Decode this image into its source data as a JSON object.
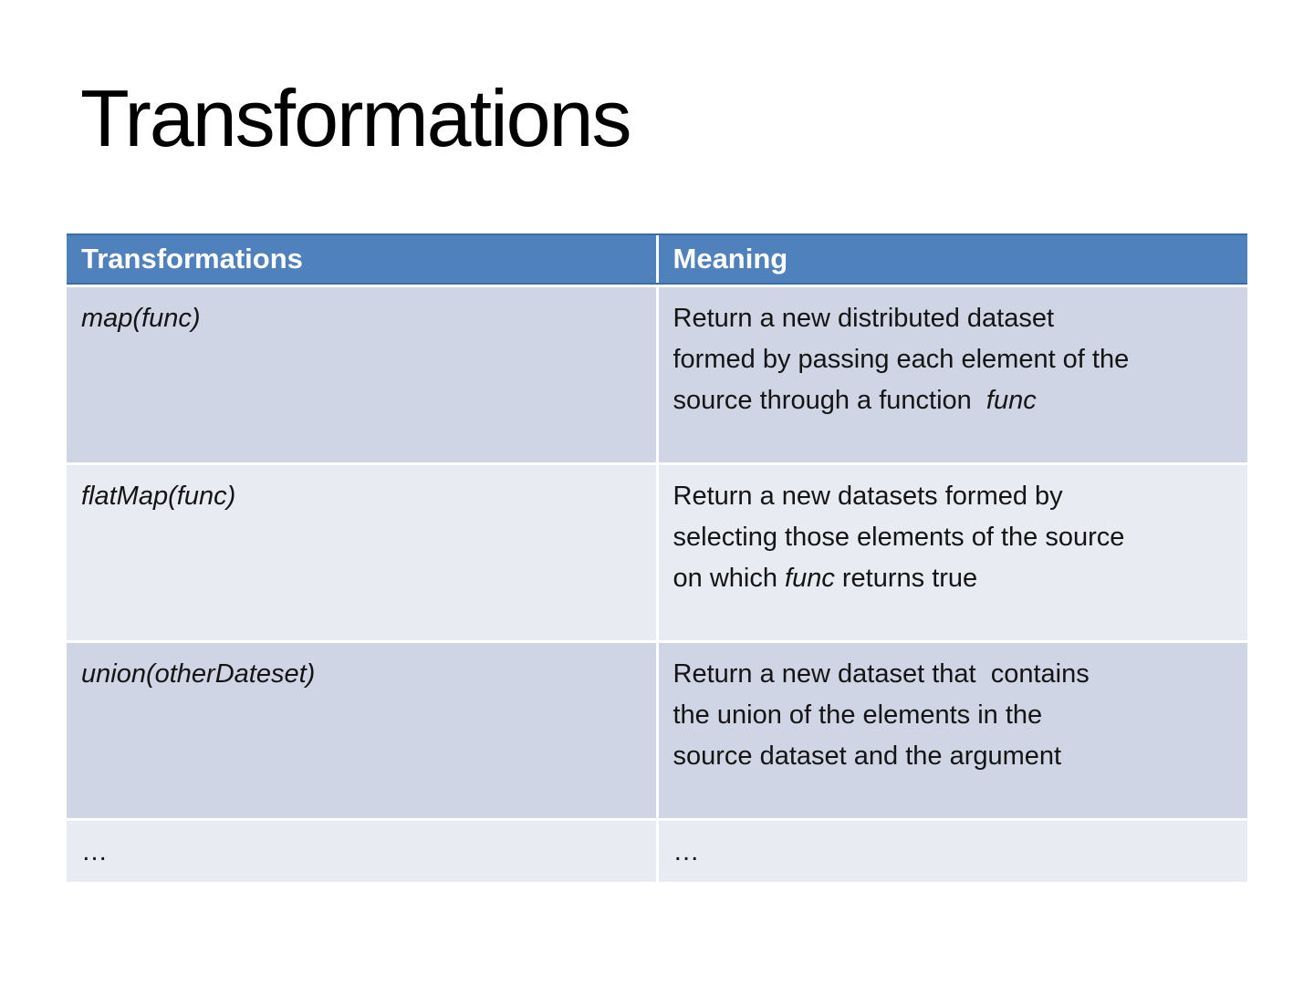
{
  "slide": {
    "title": "Transformations"
  },
  "table": {
    "columns": [
      {
        "label": "Transformations"
      },
      {
        "label": "Meaning"
      }
    ],
    "rows": [
      {
        "transformation": [
          {
            "text": "map(func)",
            "italic": true
          }
        ],
        "meaning": [
          {
            "text": "Return a new distributed dataset\nformed by passing each element of the\nsource through a function  ",
            "italic": false
          },
          {
            "text": "func",
            "italic": true
          }
        ]
      },
      {
        "transformation": [
          {
            "text": "flatMap(func)",
            "italic": true
          }
        ],
        "meaning": [
          {
            "text": "Return a new datasets formed by\nselecting those elements of the source\non which ",
            "italic": false
          },
          {
            "text": "func",
            "italic": true
          },
          {
            "text": " returns true",
            "italic": false
          }
        ]
      },
      {
        "transformation": [
          {
            "text": "union(otherDateset)",
            "italic": true
          }
        ],
        "meaning": [
          {
            "text": "Return a new dataset that  contains\nthe union of the elements in the\nsource dataset and the argument",
            "italic": false
          }
        ]
      },
      {
        "transformation": [
          {
            "text": "…",
            "italic": false
          }
        ],
        "meaning": [
          {
            "text": "…",
            "italic": false
          }
        ]
      }
    ]
  },
  "colors": {
    "header_bg": "#4F81BD",
    "header_border": "#3D6BA5",
    "header_text": "#FFFFFF",
    "band_dark": "#CFD5E4",
    "band_light": "#E9EBF3",
    "body_text": "#141414",
    "grid_line": "#FFFFFF",
    "title_text": "#000000"
  }
}
